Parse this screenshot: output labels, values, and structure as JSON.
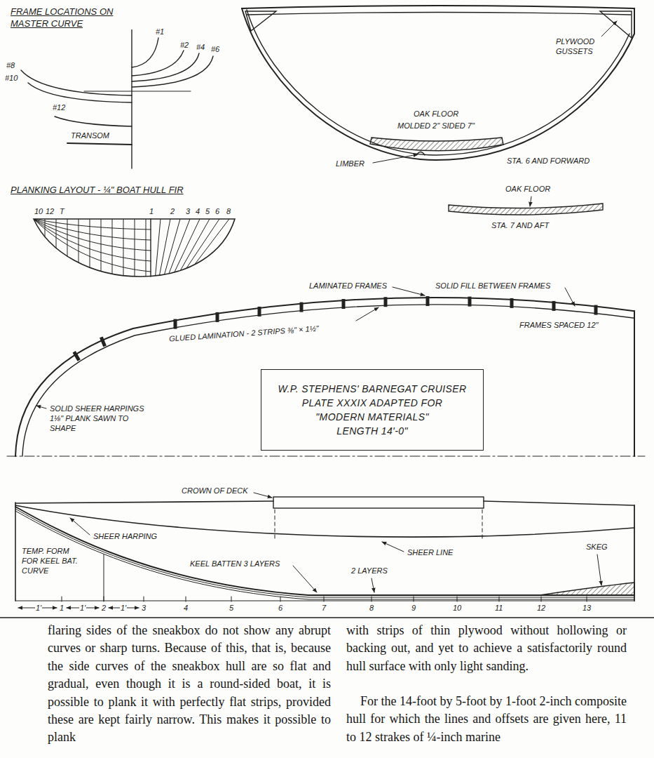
{
  "diagram": {
    "nodes": [
      {
        "text": [
          "W.P. STEPHENS' BARNEGAT CRUISER",
          "PLATE XXXIX ADAPTED FOR",
          "\"MODERN MATERIALS\"",
          "LENGTH 14'-0\""
        ]
      }
    ],
    "labels": [
      "FRAME LOCATIONS ON MASTER CURVE",
      "#1",
      "#2",
      "#4",
      "#6",
      "#8",
      "#10",
      "#12",
      "TRANSOM",
      "PLYWOOD GUSSETS",
      "OAK FLOOR",
      "MOLDED 2\" SIDED 7\"",
      "LIMBER",
      "STA. 6 AND FORWARD",
      "PLANKING LAYOUT - ¼\" BOAT HULL FIR",
      "10",
      "12",
      "T",
      "1",
      "2",
      "3",
      "4",
      "5",
      "6",
      "8",
      "OAK FLOOR",
      "STA. 7 AND AFT",
      "LAMINATED FRAMES",
      "SOLID FILL BETWEEN FRAMES",
      "GLUED LAMINATION - 2 STRIPS ⅜\" × 1½\"",
      "FRAMES SPACED 12\"",
      "SOLID SHEER HARPINGS 1⅛\" PLANK SAWN TO SHAPE",
      "CROWN OF DECK",
      "SHEER HARPING",
      "SHEER LINE",
      "TEMP. FORM FOR KEEL BAT. CURVE",
      "KEEL BATTEN 3 LAYERS",
      "2 LAYERS",
      "SKEG",
      "1'",
      "1'",
      "1'",
      "1",
      "2",
      "3",
      "4",
      "5",
      "6",
      "7",
      "8",
      "9",
      "10",
      "11",
      "12",
      "13",
      "flaring sides of the sneakbox do not show any abrupt curves or sharp turns. Because of this, that is, because the side curves of the sneakbox hull are so flat and gradual, even though it is a round-sided boat, it is possible to plank it with perfectly flat strips, provided these are kept fairly narrow. This makes it possible to plank",
      "with strips of thin plywood without hollowing or backing out, and yet to achieve a satisfactorily round hull surface with only light sanding.",
      "For the 14-foot by 5-foot by 1-foot 2-inch composite hull for which the lines and offsets are given here, 11 to 12 strakes of ¼-inch marine"
    ]
  }
}
